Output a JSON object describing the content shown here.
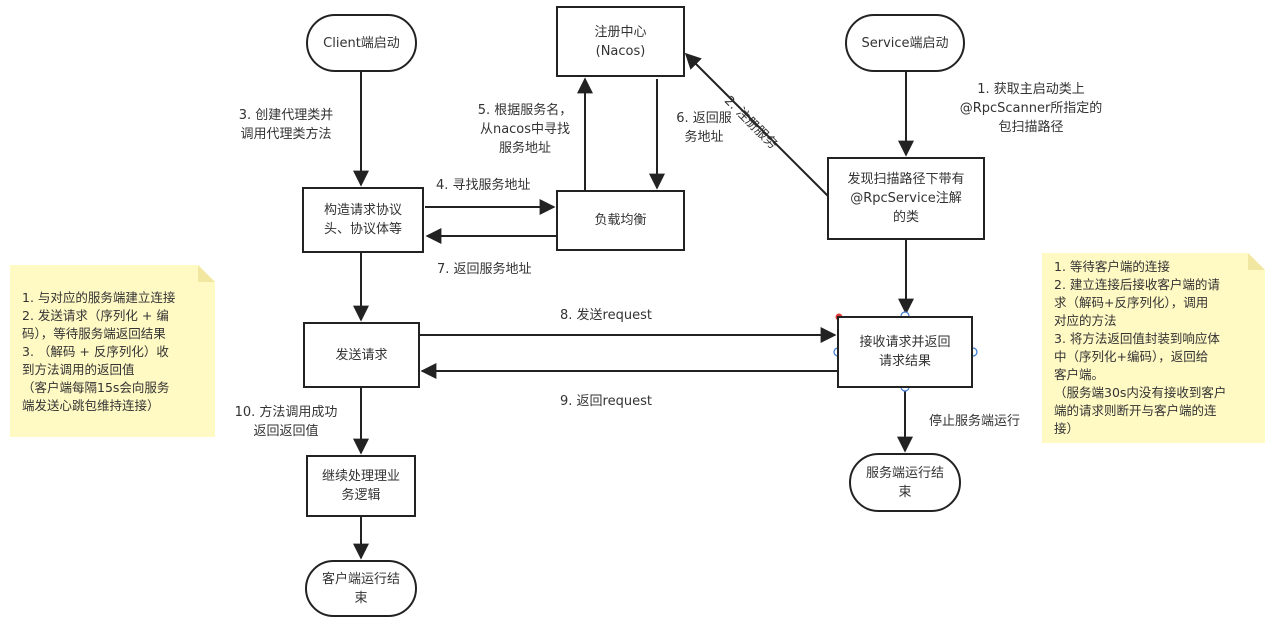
{
  "nodes": {
    "client_start": "Client端启动",
    "registry": "注册中心\n(Nacos)",
    "service_start": "Service端启动",
    "build_request": "构造请求协议\n头、协议体等",
    "load_balance": "负载均衡",
    "scan_service": "发现扫描路径下带有\n@RpcService注解\n的类",
    "send_request": "发送请求",
    "receive_request": "接收请求并返回\n请求结果",
    "continue_logic": "继续处理理业\n务逻辑",
    "client_end": "客户端运行结\n束",
    "service_end": "服务端运行结\n束"
  },
  "edges": {
    "create_proxy": "3. 创建代理类并\n调用代理类方法",
    "find_by_name": "5. 根据服务名，\n从nacos中寻找\n服务地址",
    "return_service_addr": "6. 返回服\n务地址",
    "register_service": "2. 注册服务",
    "scan_main_class": "1. 获取主启动类上\n@RpcScanner所指定的\n包扫描路径",
    "find_service_addr": "4. 寻找服务地址",
    "return_service_addr_7": "7. 返回服务地址",
    "send_req": "8. 发送request",
    "return_req": "9. 返回request",
    "invoke_success": "10. 方法调用成功\n返回返回值",
    "stop_service": "停止服务端运行"
  },
  "notes": {
    "client_note": "1. 与对应的服务端建立连接\n2. 发送请求（序列化 + 编\n码），等待服务端返回结果\n3. （解码 + 反序列化）收\n到方法调用的返回值\n  （客户端每隔15s会向服务\n端发送心跳包维持连接）",
    "server_note": "1. 等待客户端的连接\n2. 建立连接后接收客户端的请\n求（解码+反序列化），调用\n对应的方法\n3. 将方法返回值封装到响应体\n中（序列化+编码），返回给\n客户端。\n  （服务端30s内没有接收到客户\n端的请求则断开与客户端的连\n接）"
  },
  "colors": {
    "stroke": "#222222",
    "note_fill": "#fff9c4",
    "note_fold": "#f2e7a0",
    "handle": "#3b78d8",
    "selection_dot": "#e53935"
  }
}
